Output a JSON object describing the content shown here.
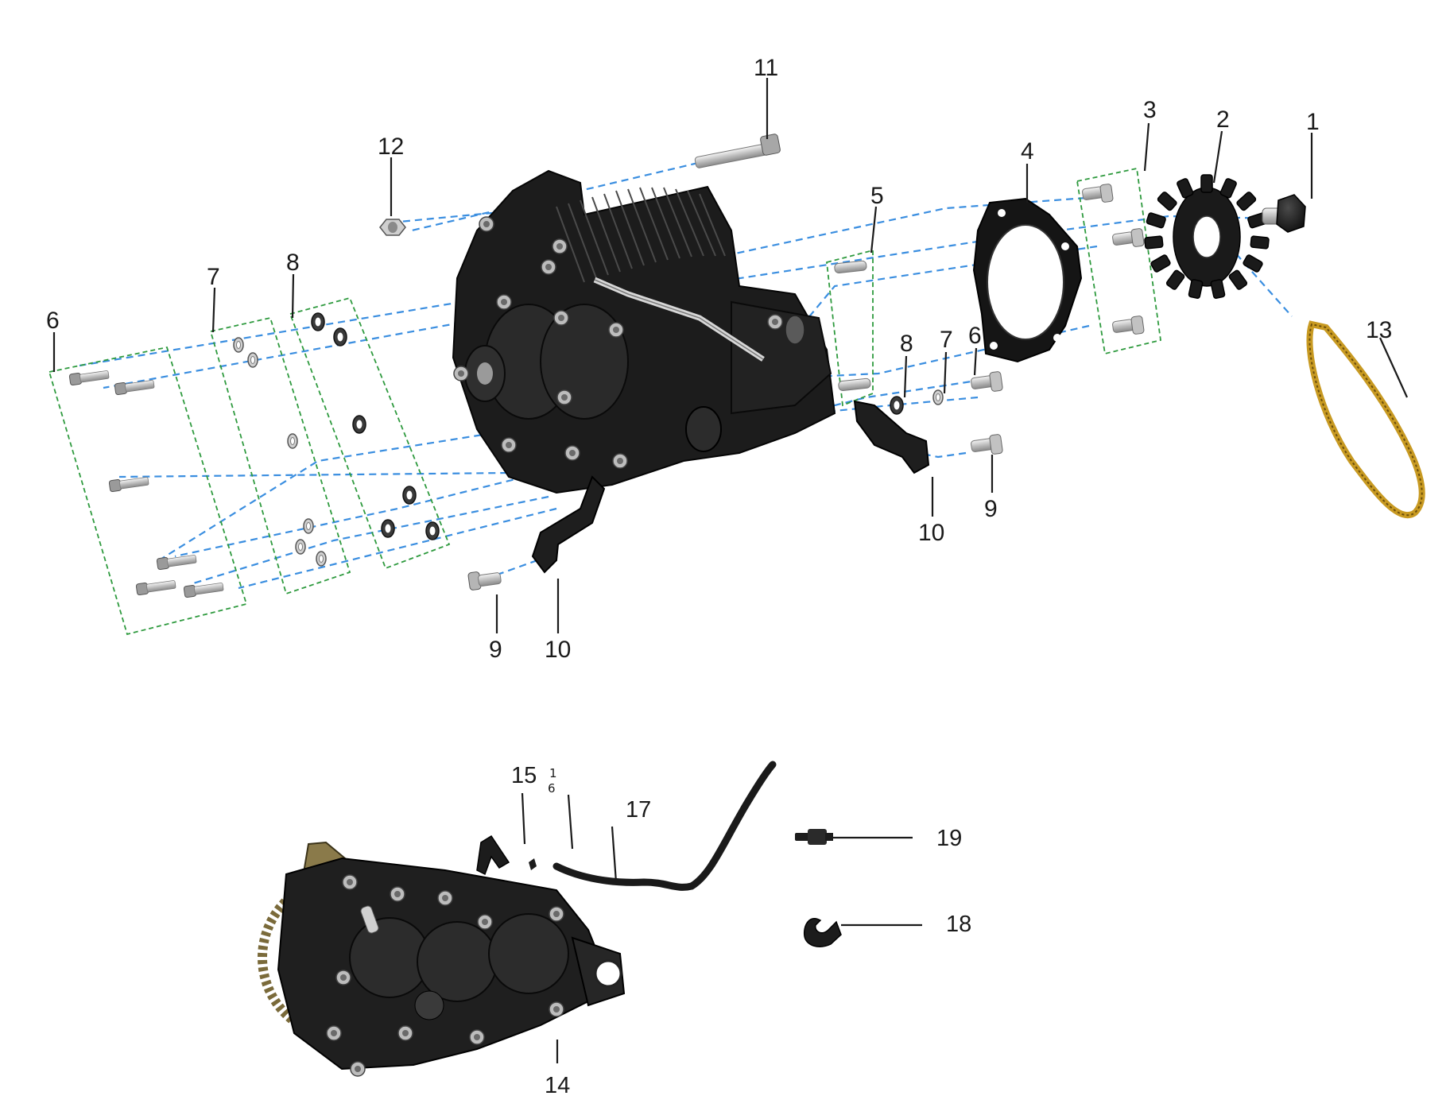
{
  "diagram": {
    "callouts": {
      "c1": "1",
      "c2": "2",
      "c3": "3",
      "c4": "4",
      "c5": "5",
      "c6a": "6",
      "c6b": "6",
      "c7a": "7",
      "c7b": "7",
      "c8a": "8",
      "c8b": "8",
      "c9a": "9",
      "c9b": "9",
      "c10a": "10",
      "c10b": "10",
      "c11": "11",
      "c12": "12",
      "c13": "13",
      "c14": "14",
      "c15": "15",
      "c16a": "1",
      "c16b": "6",
      "c17": "17",
      "c18": "18",
      "c19": "19"
    },
    "colors": {
      "leader_line": "#3a8ee0",
      "group_box": "#2e9a3e",
      "part_body": "#1c1c1c",
      "chain": "#c89a22"
    }
  }
}
